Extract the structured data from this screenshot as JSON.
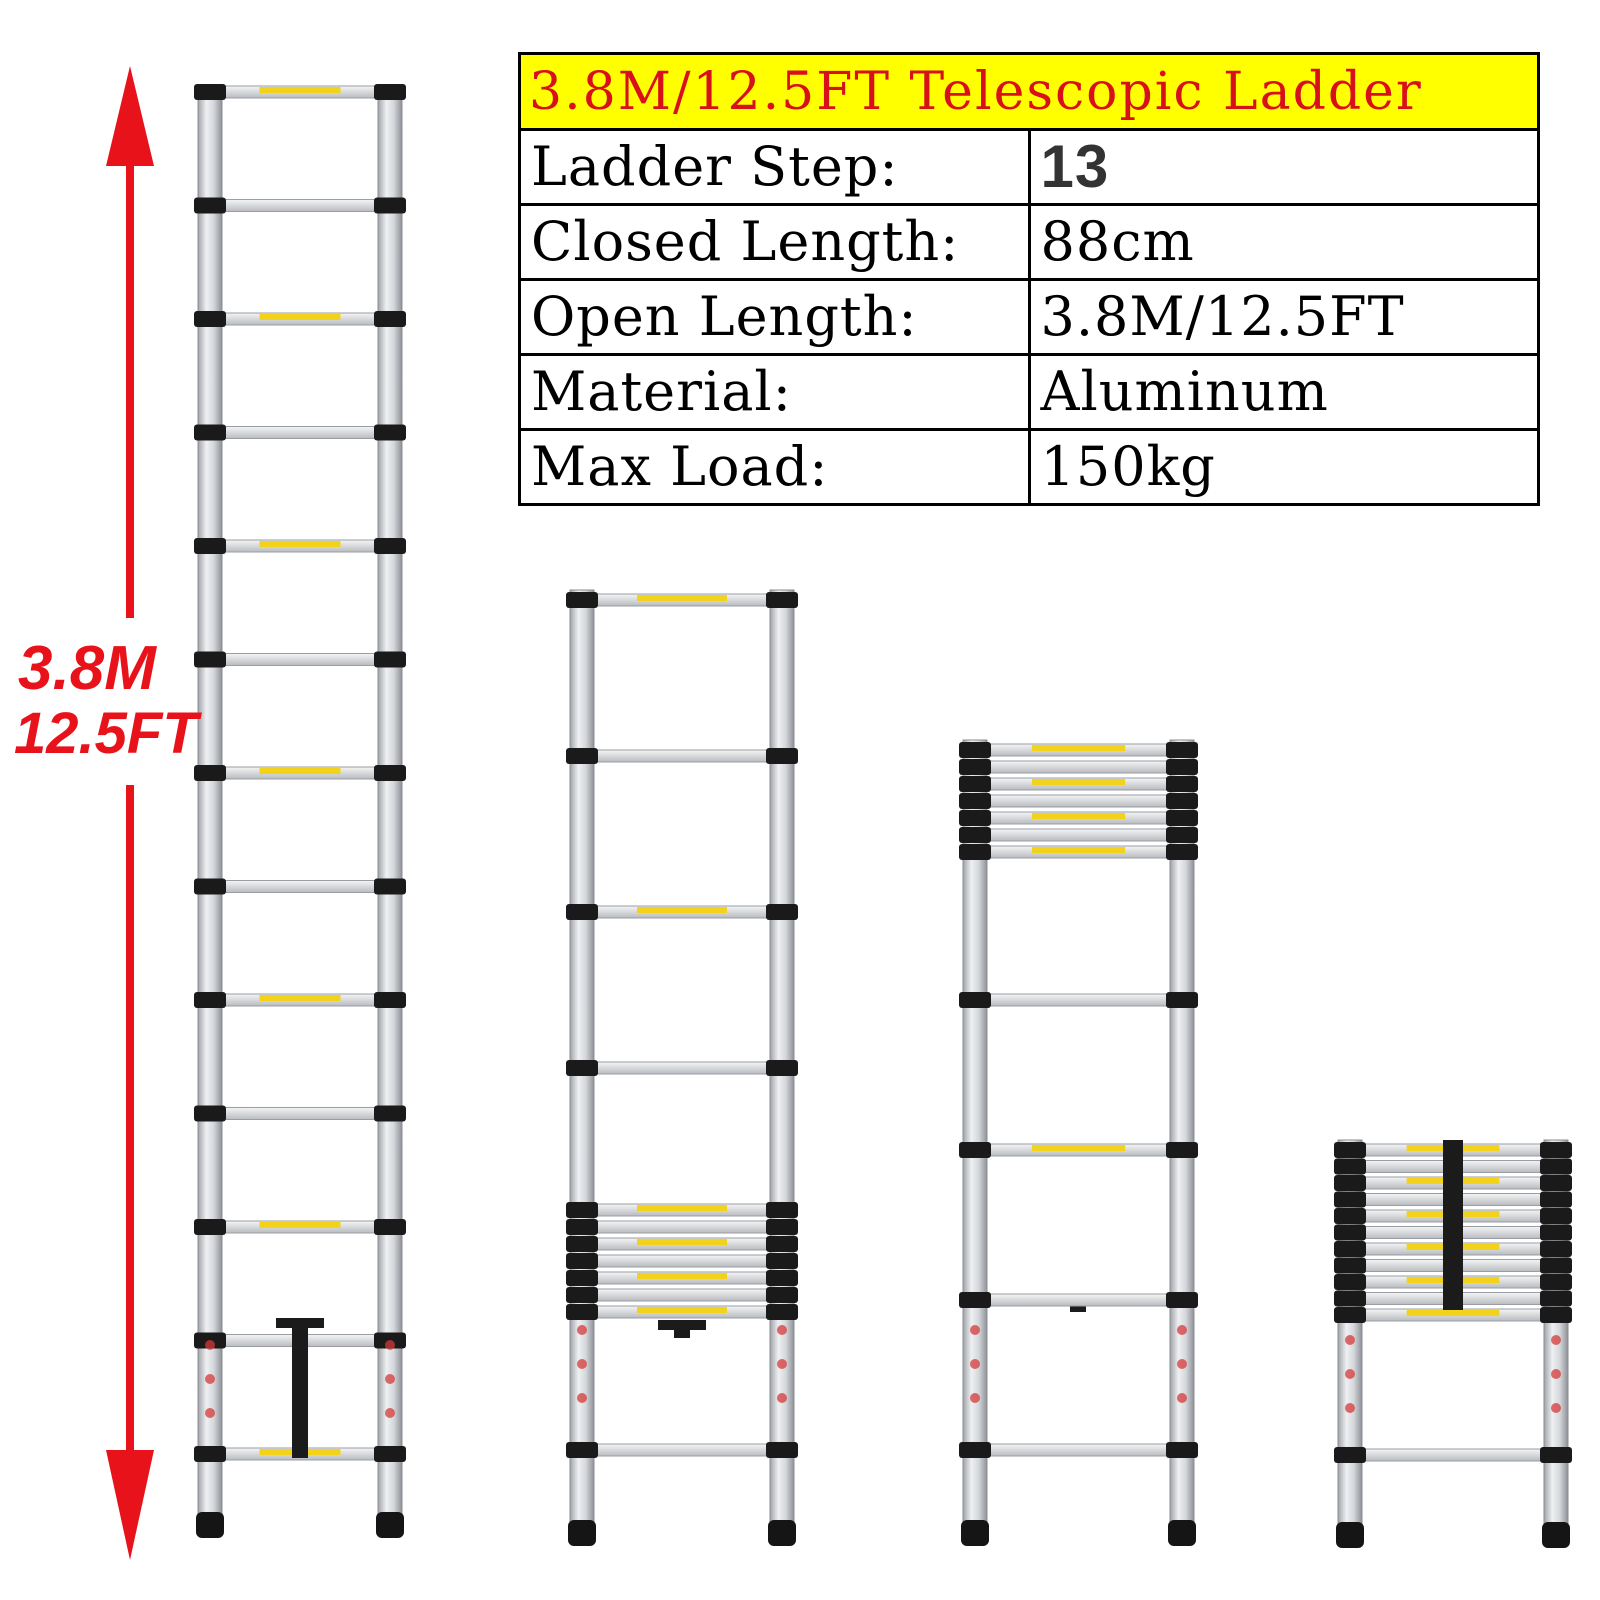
{
  "dimension_label": {
    "metric": "3.8M",
    "imperial": "12.5FT"
  },
  "specs": {
    "title": "3.8M/12.5FT Telescopic Ladder",
    "rows": [
      {
        "label": "Ladder Step:",
        "value": "13"
      },
      {
        "label": "Closed Length:",
        "value": "88cm"
      },
      {
        "label": "Open Length:",
        "value": "3.8M/12.5FT"
      },
      {
        "label": "Material:",
        "value": "Aluminum"
      },
      {
        "label": "Max Load:",
        "value": "150kg"
      }
    ]
  },
  "colors": {
    "arrow": "#e8121a",
    "title_background": "#ffff00",
    "title_text": "#d8101a",
    "rung_accent": "#f2d21a",
    "rail": "#c9ccd0",
    "clamp": "#1a1a1a"
  }
}
